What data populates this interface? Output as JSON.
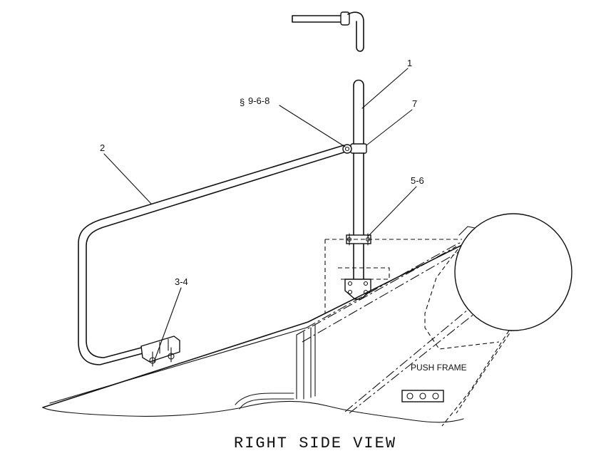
{
  "callouts": {
    "c1": "1",
    "c2": "2",
    "c7": "7",
    "c968": "9-6-8",
    "c968_prefix": "§",
    "c56": "5-6",
    "c34": "3-4"
  },
  "labels": {
    "push_frame": "PUSH FRAME",
    "view_title": "RIGHT SIDE VIEW"
  }
}
